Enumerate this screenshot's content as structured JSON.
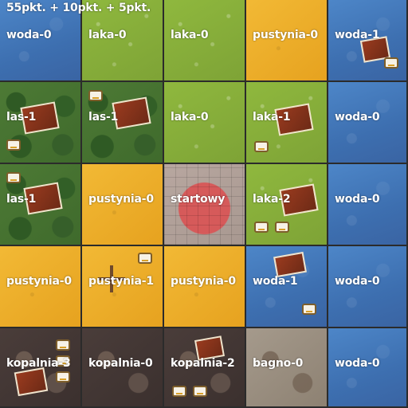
{
  "score_text": "55pkt. + 10pkt. + 5pkt.",
  "tiles": [
    {
      "label": "woda-0",
      "terrain": "woda"
    },
    {
      "label": "laka-0",
      "terrain": "laka"
    },
    {
      "label": "laka-0",
      "terrain": "laka"
    },
    {
      "label": "pustynia-0",
      "terrain": "pustynia"
    },
    {
      "label": "woda-1",
      "terrain": "woda",
      "crowns": 1
    },
    {
      "label": "las-1",
      "terrain": "las",
      "crowns": 1
    },
    {
      "label": "las-1",
      "terrain": "las",
      "crowns": 1
    },
    {
      "label": "laka-0",
      "terrain": "laka"
    },
    {
      "label": "laka-1",
      "terrain": "laka",
      "crowns": 1
    },
    {
      "label": "woda-0",
      "terrain": "woda"
    },
    {
      "label": "las-1",
      "terrain": "las",
      "crowns": 1
    },
    {
      "label": "pustynia-0",
      "terrain": "pustynia"
    },
    {
      "label": "startowy",
      "terrain": "startowy"
    },
    {
      "label": "laka-2",
      "terrain": "laka",
      "crowns": 2
    },
    {
      "label": "woda-0",
      "terrain": "woda"
    },
    {
      "label": "pustynia-0",
      "terrain": "pustynia"
    },
    {
      "label": "pustynia-1",
      "terrain": "pustynia",
      "crowns": 1
    },
    {
      "label": "pustynia-0",
      "terrain": "pustynia"
    },
    {
      "label": "woda-1",
      "terrain": "woda",
      "crowns": 1
    },
    {
      "label": "woda-0",
      "terrain": "woda"
    },
    {
      "label": "kopalnia-3",
      "terrain": "kopalnia",
      "crowns": 3
    },
    {
      "label": "kopalnia-0",
      "terrain": "kopalnia"
    },
    {
      "label": "kopalnia-2",
      "terrain": "kopalnia",
      "crowns": 2
    },
    {
      "label": "bagno-0",
      "terrain": "bagno"
    },
    {
      "label": "woda-0",
      "terrain": "woda"
    }
  ],
  "terrain_colors": {
    "woda": "#4373b8",
    "laka": "#86ad3a",
    "pustynia": "#eeaf2b",
    "las": "#476f31",
    "startowy": "#b09f97",
    "kopalnia": "#433735",
    "bagno": "#9a8d7e"
  }
}
